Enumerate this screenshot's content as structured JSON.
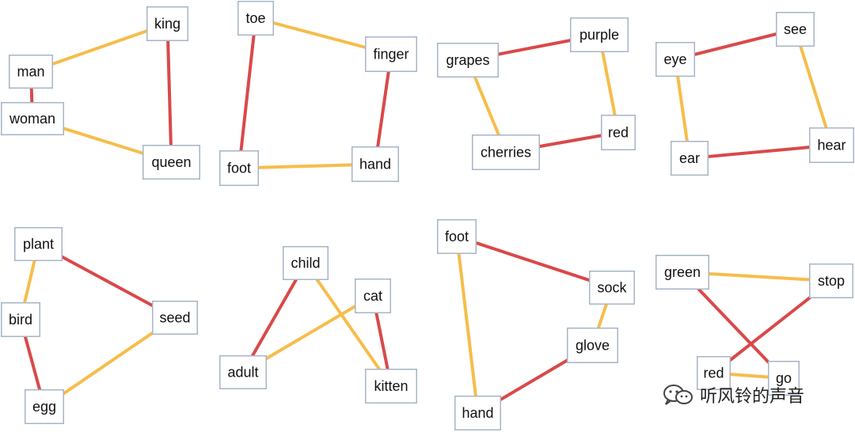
{
  "colors": {
    "red": "#d9494a",
    "yellow": "#f6bd4b"
  },
  "diagrams": [
    {
      "nodes": [
        {
          "id": "man",
          "label": "man"
        },
        {
          "id": "woman",
          "label": "woman"
        },
        {
          "id": "king",
          "label": "king"
        },
        {
          "id": "queen",
          "label": "queen"
        }
      ],
      "edges": [
        {
          "from": "man",
          "to": "king",
          "color": "yellow"
        },
        {
          "from": "man",
          "to": "woman",
          "color": "red"
        },
        {
          "from": "king",
          "to": "queen",
          "color": "red"
        },
        {
          "from": "woman",
          "to": "queen",
          "color": "yellow"
        }
      ]
    },
    {
      "nodes": [
        {
          "id": "toe",
          "label": "toe"
        },
        {
          "id": "finger",
          "label": "finger"
        },
        {
          "id": "foot",
          "label": "foot"
        },
        {
          "id": "hand",
          "label": "hand"
        }
      ],
      "edges": [
        {
          "from": "toe",
          "to": "finger",
          "color": "yellow"
        },
        {
          "from": "toe",
          "to": "foot",
          "color": "red"
        },
        {
          "from": "finger",
          "to": "hand",
          "color": "red"
        },
        {
          "from": "foot",
          "to": "hand",
          "color": "yellow"
        }
      ]
    },
    {
      "nodes": [
        {
          "id": "grapes",
          "label": "grapes"
        },
        {
          "id": "purple",
          "label": "purple"
        },
        {
          "id": "cherries",
          "label": "cherries"
        },
        {
          "id": "red",
          "label": "red"
        }
      ],
      "edges": [
        {
          "from": "grapes",
          "to": "purple",
          "color": "red"
        },
        {
          "from": "grapes",
          "to": "cherries",
          "color": "yellow"
        },
        {
          "from": "purple",
          "to": "red",
          "color": "yellow"
        },
        {
          "from": "cherries",
          "to": "red",
          "color": "red"
        }
      ]
    },
    {
      "nodes": [
        {
          "id": "eye",
          "label": "eye"
        },
        {
          "id": "see",
          "label": "see"
        },
        {
          "id": "ear",
          "label": "ear"
        },
        {
          "id": "hear",
          "label": "hear"
        }
      ],
      "edges": [
        {
          "from": "eye",
          "to": "see",
          "color": "red"
        },
        {
          "from": "eye",
          "to": "ear",
          "color": "yellow"
        },
        {
          "from": "see",
          "to": "hear",
          "color": "yellow"
        },
        {
          "from": "ear",
          "to": "hear",
          "color": "red"
        }
      ]
    },
    {
      "nodes": [
        {
          "id": "plant",
          "label": "plant"
        },
        {
          "id": "bird",
          "label": "bird"
        },
        {
          "id": "seed",
          "label": "seed"
        },
        {
          "id": "egg",
          "label": "egg"
        }
      ],
      "edges": [
        {
          "from": "plant",
          "to": "bird",
          "color": "yellow"
        },
        {
          "from": "plant",
          "to": "seed",
          "color": "red"
        },
        {
          "from": "bird",
          "to": "egg",
          "color": "red"
        },
        {
          "from": "seed",
          "to": "egg",
          "color": "yellow"
        }
      ]
    },
    {
      "nodes": [
        {
          "id": "child",
          "label": "child"
        },
        {
          "id": "cat",
          "label": "cat"
        },
        {
          "id": "adult",
          "label": "adult"
        },
        {
          "id": "kitten",
          "label": "kitten"
        }
      ],
      "edges": [
        {
          "from": "child",
          "to": "adult",
          "color": "red"
        },
        {
          "from": "child",
          "to": "kitten",
          "color": "yellow"
        },
        {
          "from": "cat",
          "to": "adult",
          "color": "yellow"
        },
        {
          "from": "cat",
          "to": "kitten",
          "color": "red"
        }
      ]
    },
    {
      "nodes": [
        {
          "id": "foot",
          "label": "foot"
        },
        {
          "id": "sock",
          "label": "sock"
        },
        {
          "id": "glove",
          "label": "glove"
        },
        {
          "id": "hand",
          "label": "hand"
        }
      ],
      "edges": [
        {
          "from": "foot",
          "to": "sock",
          "color": "red"
        },
        {
          "from": "foot",
          "to": "hand",
          "color": "yellow"
        },
        {
          "from": "sock",
          "to": "glove",
          "color": "yellow"
        },
        {
          "from": "glove",
          "to": "hand",
          "color": "red"
        }
      ]
    },
    {
      "nodes": [
        {
          "id": "green",
          "label": "green"
        },
        {
          "id": "stop",
          "label": "stop"
        },
        {
          "id": "red",
          "label": "red"
        },
        {
          "id": "go",
          "label": "go"
        }
      ],
      "edges": [
        {
          "from": "green",
          "to": "stop",
          "color": "yellow"
        },
        {
          "from": "green",
          "to": "go",
          "color": "red"
        },
        {
          "from": "stop",
          "to": "red",
          "color": "red"
        },
        {
          "from": "red",
          "to": "go",
          "color": "yellow"
        }
      ]
    }
  ],
  "watermark": {
    "text": "听风铃的声音",
    "icon": "wechat-icon"
  }
}
